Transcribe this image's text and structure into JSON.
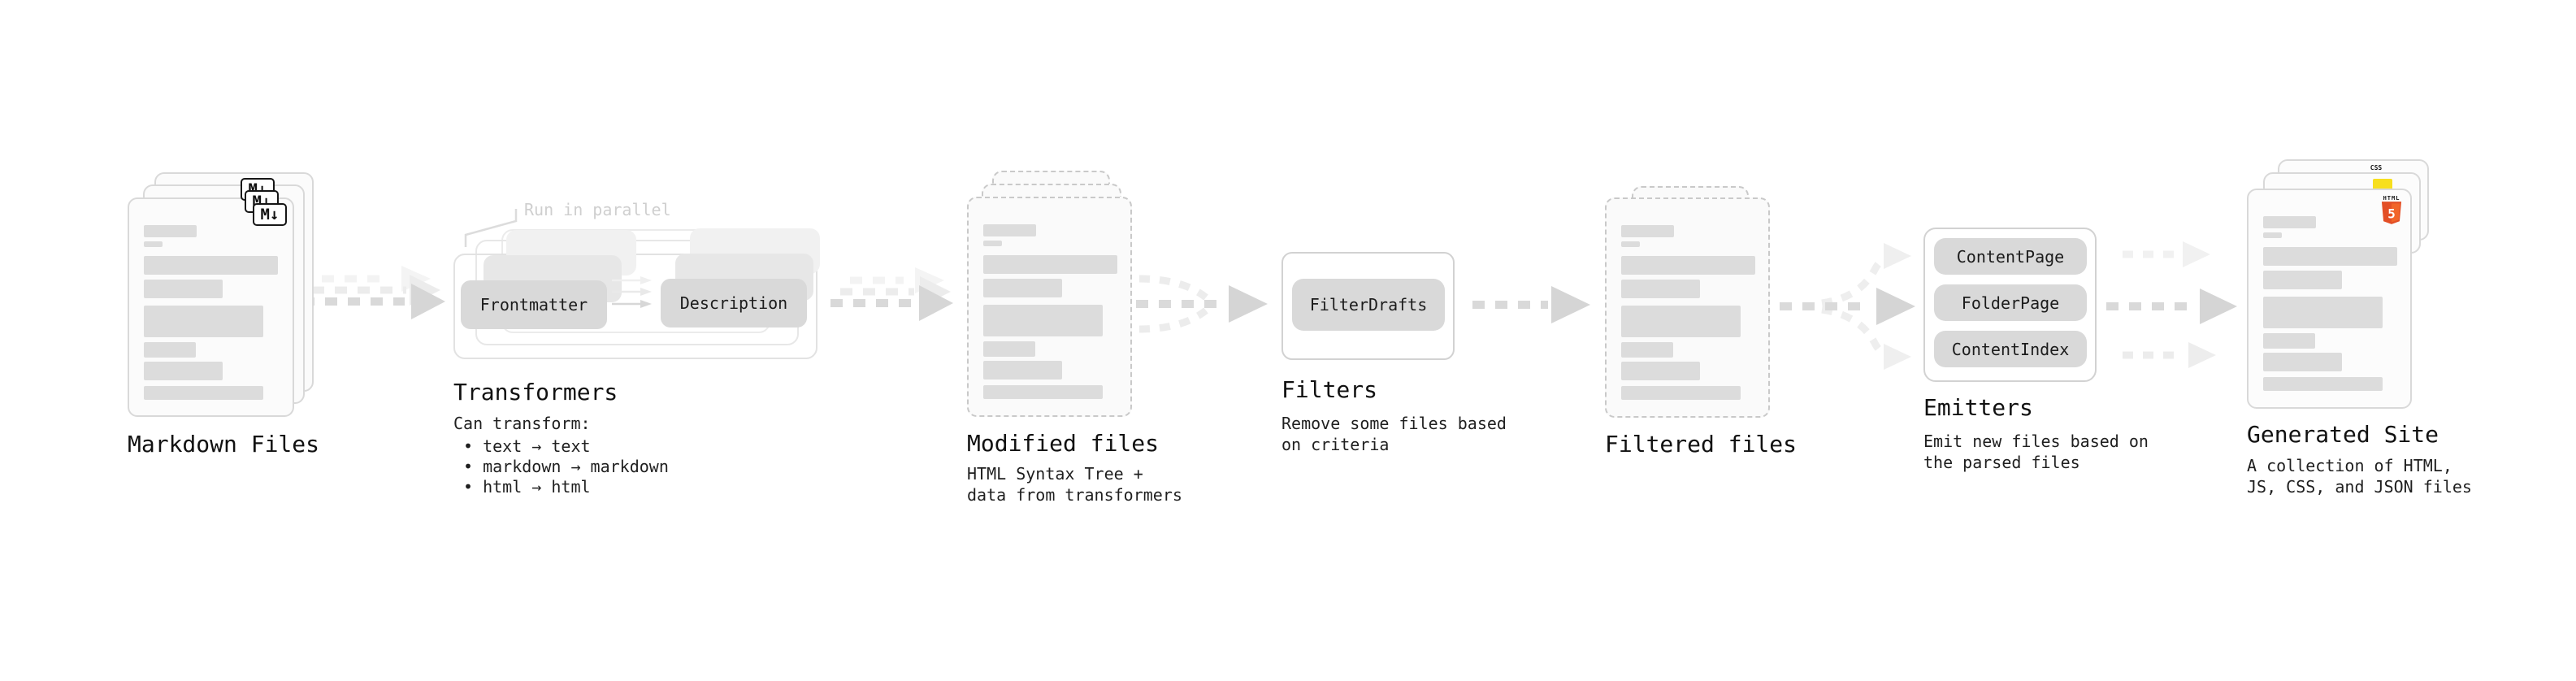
{
  "stages": {
    "markdown_files": {
      "label": "Markdown Files"
    },
    "transformers": {
      "label": "Transformers",
      "callout": "Run in parallel",
      "pill_left": "Frontmatter",
      "pill_right": "Description",
      "desc_title": "Can transform:",
      "bullets": [
        "• text → text",
        "• markdown → markdown",
        "• html → html"
      ]
    },
    "modified_files": {
      "label": "Modified files",
      "desc": "HTML Syntax Tree +\ndata from transformers"
    },
    "filters": {
      "label": "Filters",
      "pill": "FilterDrafts",
      "desc": "Remove some files based\non criteria"
    },
    "filtered_files": {
      "label": "Filtered files"
    },
    "emitters": {
      "label": "Emitters",
      "pills": [
        "ContentPage",
        "FolderPage",
        "ContentIndex"
      ],
      "desc": "Emit new files based on\nthe parsed files"
    },
    "generated_site": {
      "label": "Generated Site",
      "desc": "A collection of HTML,\nJS, CSS, and JSON files"
    }
  },
  "badges": {
    "markdown": "M↓",
    "html5_label": "HTML",
    "html5_glyph": "5",
    "css": "CSS"
  },
  "colors": {
    "html5": "#e34f26",
    "html5_light": "#f16529",
    "js": "#f7df1e",
    "css": "#2965f1"
  }
}
